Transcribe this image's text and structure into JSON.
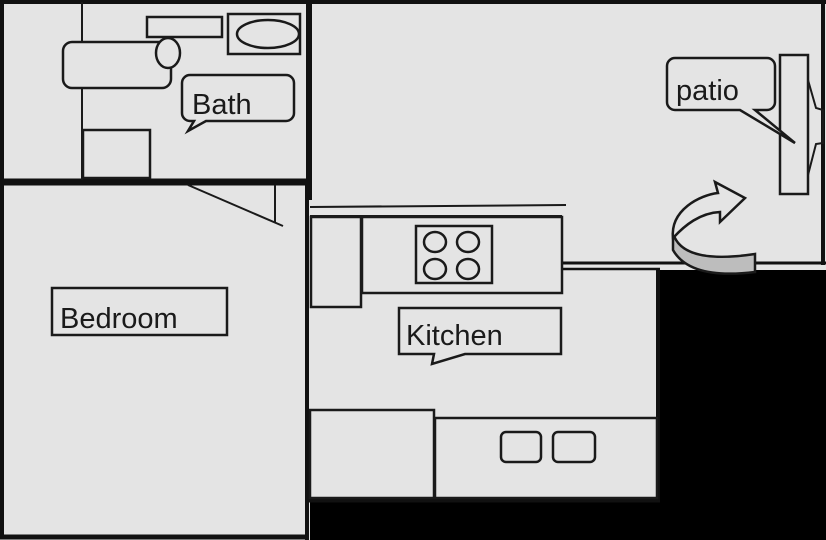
{
  "plan": {
    "rooms": [
      {
        "id": "bath",
        "label": "Bath"
      },
      {
        "id": "patio",
        "label": "patio"
      },
      {
        "id": "bedroom",
        "label": "Bedroom"
      },
      {
        "id": "kitchen",
        "label": "Kitchen"
      }
    ],
    "fixtures": {
      "stove": {
        "burners": 4
      },
      "sink": {
        "basins": 2
      },
      "bath": [
        "toilet",
        "tub",
        "vanity",
        "counter"
      ],
      "patio": [
        "sliding-door",
        "swing-arrow"
      ]
    },
    "colors": {
      "floor": "#e4e4e4",
      "walls": "#111111",
      "background": "#000000",
      "door_swing": "#bdbdbd"
    }
  }
}
